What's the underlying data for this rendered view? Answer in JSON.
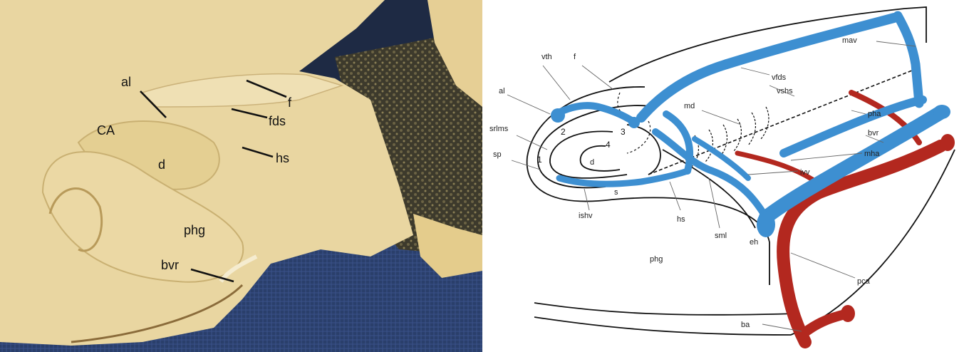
{
  "photo": {
    "labels": {
      "al": "al",
      "f": "f",
      "fds": "fds",
      "CA": "CA",
      "hs": "hs",
      "d": "d",
      "phg": "phg",
      "bvr": "bvr"
    }
  },
  "diagram": {
    "labels": {
      "vth": "vth",
      "f": "f",
      "al": "al",
      "srlms": "srlms",
      "sp": "sp",
      "mav": "mav",
      "vfds": "vfds",
      "vshs": "vshs",
      "md": "md",
      "pha": "pha",
      "bvr": "bvr",
      "mha": "mha",
      "ivv": "ivv",
      "d": "d",
      "s": "s",
      "ishv": "ishv",
      "hs": "hs",
      "sml": "sml",
      "eh": "eh",
      "phg": "phg",
      "pca": "pca",
      "ba": "ba"
    },
    "numbers": {
      "n1": "1",
      "n2": "2",
      "n3": "3",
      "n4": "4"
    }
  },
  "colors": {
    "vein": "#3d8fd1",
    "artery": "#b3281f",
    "tissue": "#e8d5a0",
    "background_cloth": "#2a3f6b"
  }
}
